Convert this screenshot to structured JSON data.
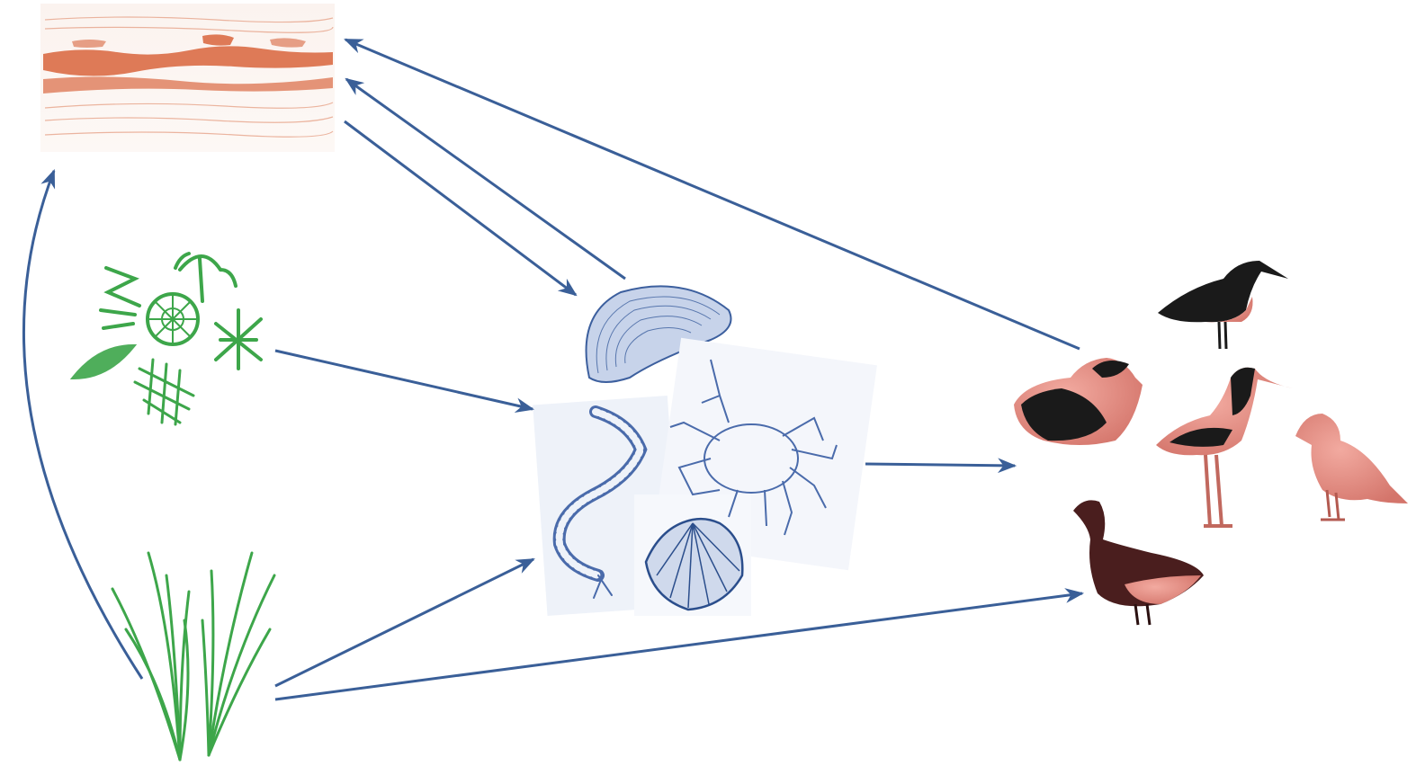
{
  "diagram": {
    "type": "food-web",
    "nodes": [
      {
        "id": "sediment",
        "icon": "sediment-icon",
        "color": "#c8502a"
      },
      {
        "id": "phytoplankton",
        "icon": "phytoplankton-icon",
        "color": "#3da64a"
      },
      {
        "id": "seagrass",
        "icon": "seagrass-icon",
        "color": "#3da64a"
      },
      {
        "id": "mussel",
        "icon": "mussel-icon",
        "color": "#2b4e8c"
      },
      {
        "id": "benthic-invertebrates",
        "icons": [
          "worm-icon",
          "crab-icon",
          "cockle-icon"
        ],
        "color": "#2b4e8c"
      },
      {
        "id": "birds",
        "icons": [
          "oystercatcher-icon",
          "eider-icon",
          "avocet-icon",
          "gull-icon",
          "brent-goose-icon"
        ],
        "color": "#e58a80"
      }
    ],
    "edges": [
      {
        "from": "seagrass",
        "to": "sediment"
      },
      {
        "from": "sediment",
        "to": "mussel"
      },
      {
        "from": "mussel",
        "to": "sediment"
      },
      {
        "from": "birds",
        "to": "sediment"
      },
      {
        "from": "phytoplankton",
        "to": "benthic-invertebrates"
      },
      {
        "from": "seagrass",
        "to": "benthic-invertebrates"
      },
      {
        "from": "benthic-invertebrates",
        "to": "birds"
      },
      {
        "from": "seagrass",
        "to": "birds"
      }
    ],
    "arrow_color": "#3a5f98"
  }
}
